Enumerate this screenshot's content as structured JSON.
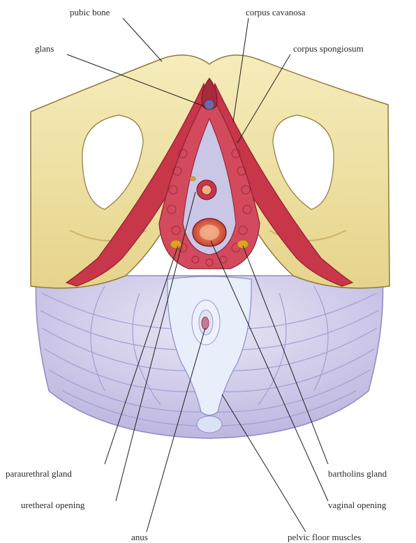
{
  "labels": {
    "pubic_bone": "pubic bone",
    "corpus_cavanosa": "corpus cavanosa",
    "glans": "glans",
    "corpus_spongiosum": "corpus spongiosum",
    "paraurethral_gland": "paraurethral gland",
    "bartholins_gland": "bartholins gland",
    "uretheral_opening": "uretheral opening",
    "vaginal_opening": "vaginal opening",
    "anus": "anus",
    "pelvic_floor_muscles": "pelvic floor muscles"
  },
  "colors": {
    "bone": "#efe2a6",
    "bone_shadow": "#d8c57a",
    "muscle": "#c9c6e6",
    "muscle_line": "#9d98cf",
    "tissue": "#c8364a",
    "tissue_dark": "#8e1f30",
    "gland": "#e0a02a",
    "orifice": "#e87a55"
  }
}
